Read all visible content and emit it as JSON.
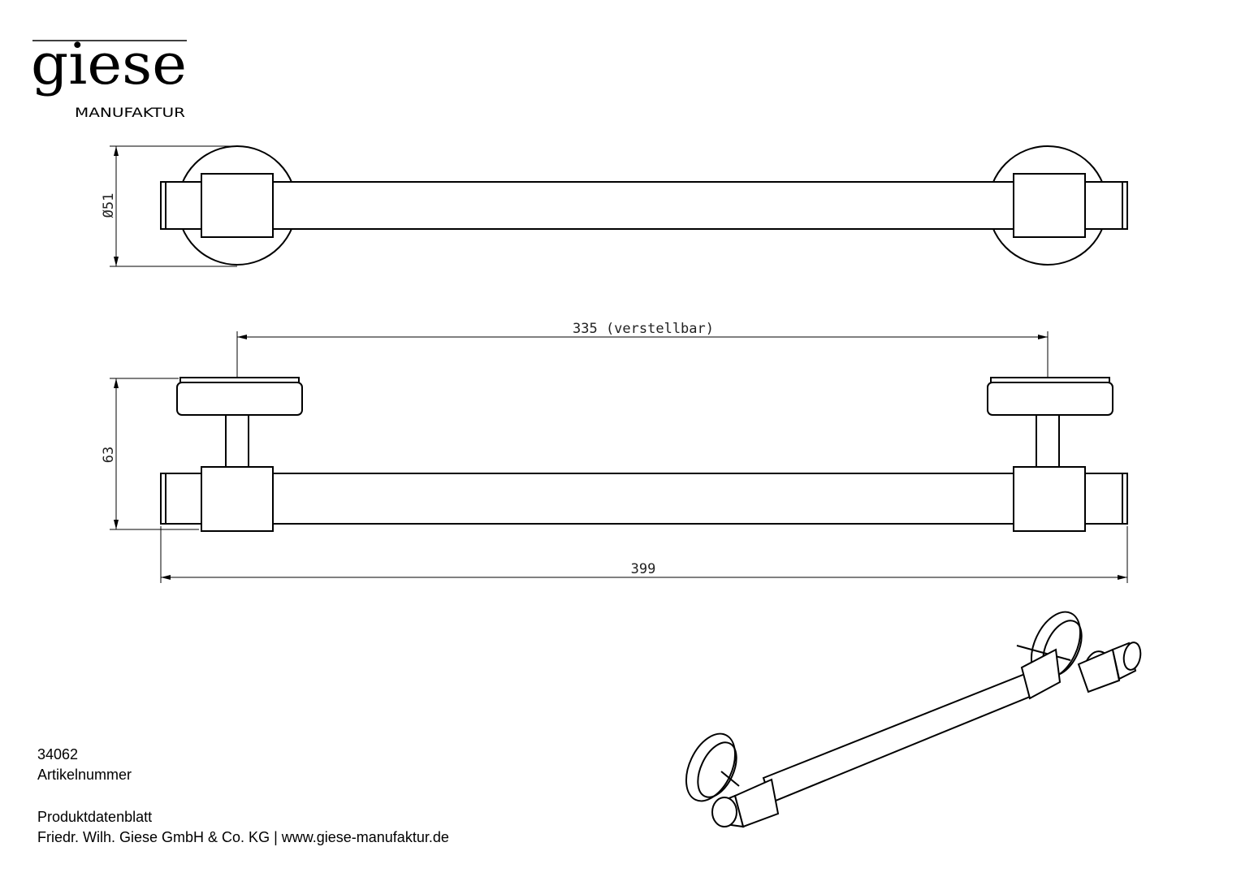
{
  "logo": {
    "brand": "giese",
    "tagline": "MANUFAKTUR"
  },
  "dimensions": {
    "diameter": "Ø51",
    "height": "63",
    "spacing": "335 (verstellbar)",
    "length": "399"
  },
  "product": {
    "article_number": "34062",
    "article_label": "Artikelnummer",
    "sheet_title": "Produktdatenblatt",
    "company_line": "Friedr. Wilh. Giese GmbH & Co. KG | www.giese-manufaktur.de"
  }
}
